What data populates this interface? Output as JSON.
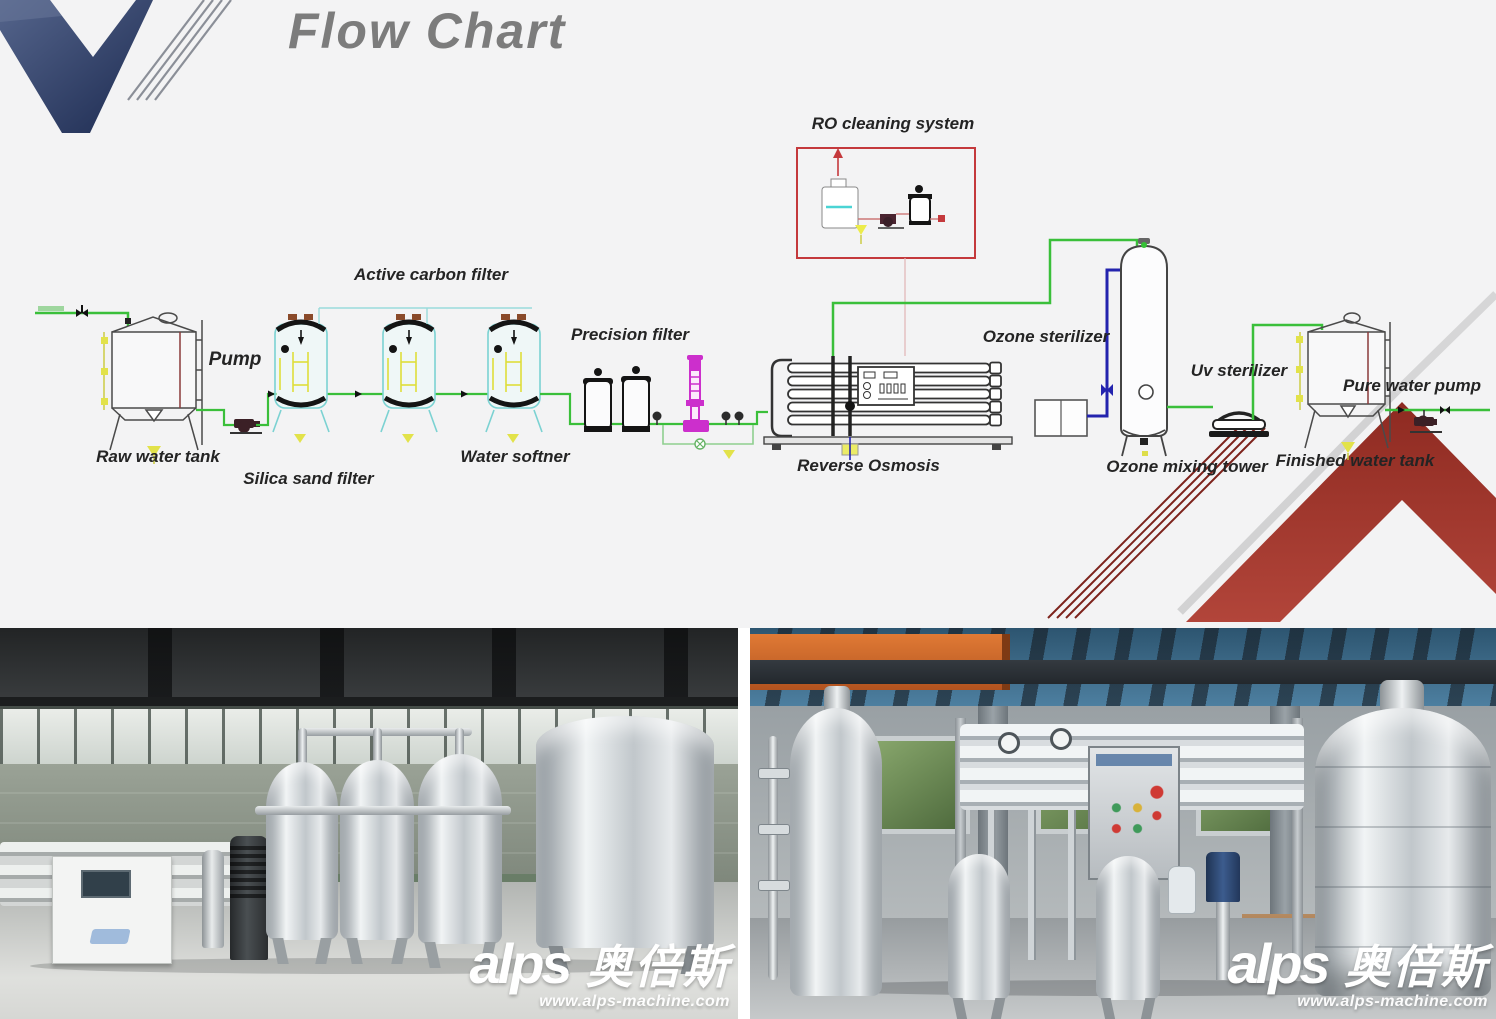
{
  "header": {
    "title": "Flow Chart"
  },
  "flowchart": {
    "nodes": {
      "raw_water_tank": "Raw water tank",
      "pump": "Pump",
      "silica_sand_filter": "Silica sand filter",
      "active_carbon_filter": "Active carbon filter",
      "water_softner": "Water softner",
      "precision_filter": "Precision filter",
      "reverse_osmosis": "Reverse Osmosis",
      "ro_cleaning_system": "RO cleaning system",
      "ozone_sterilizer": "Ozone sterilizer",
      "ozone_mixing_tower": "Ozone mixing tower",
      "uv_sterilizer": "Uv sterilizer",
      "pure_water_pump": "Pure water pump",
      "finished_water_tank": "Finished water tank"
    },
    "flow_order": [
      "raw_water_tank",
      "pump",
      "silica_sand_filter",
      "active_carbon_filter",
      "water_softner",
      "precision_filter",
      "reverse_osmosis",
      "ozone_mixing_tower",
      "uv_sterilizer",
      "finished_water_tank",
      "pure_water_pump"
    ],
    "colors": {
      "pipe_green": "#3abf3a",
      "vessel_cyan": "#7bd2d2",
      "pump_magenta": "#cc2fcc",
      "cleaning_box_red": "#c4393c",
      "ozone_pipe_blue": "#2323ae",
      "valve_yellow": "#e2e24a",
      "chevron_red": "#9d2f26",
      "logo_navy": "#2b3c66",
      "title_gray": "#7c7c7c"
    }
  },
  "photos": {
    "left": {
      "watermark": {
        "brand": "alps",
        "cjk": "奥倍斯",
        "url": "www.alps-machine.com"
      }
    },
    "right": {
      "watermark": {
        "brand": "alps",
        "cjk": "奥倍斯",
        "url": "www.alps-machine.com"
      }
    }
  }
}
